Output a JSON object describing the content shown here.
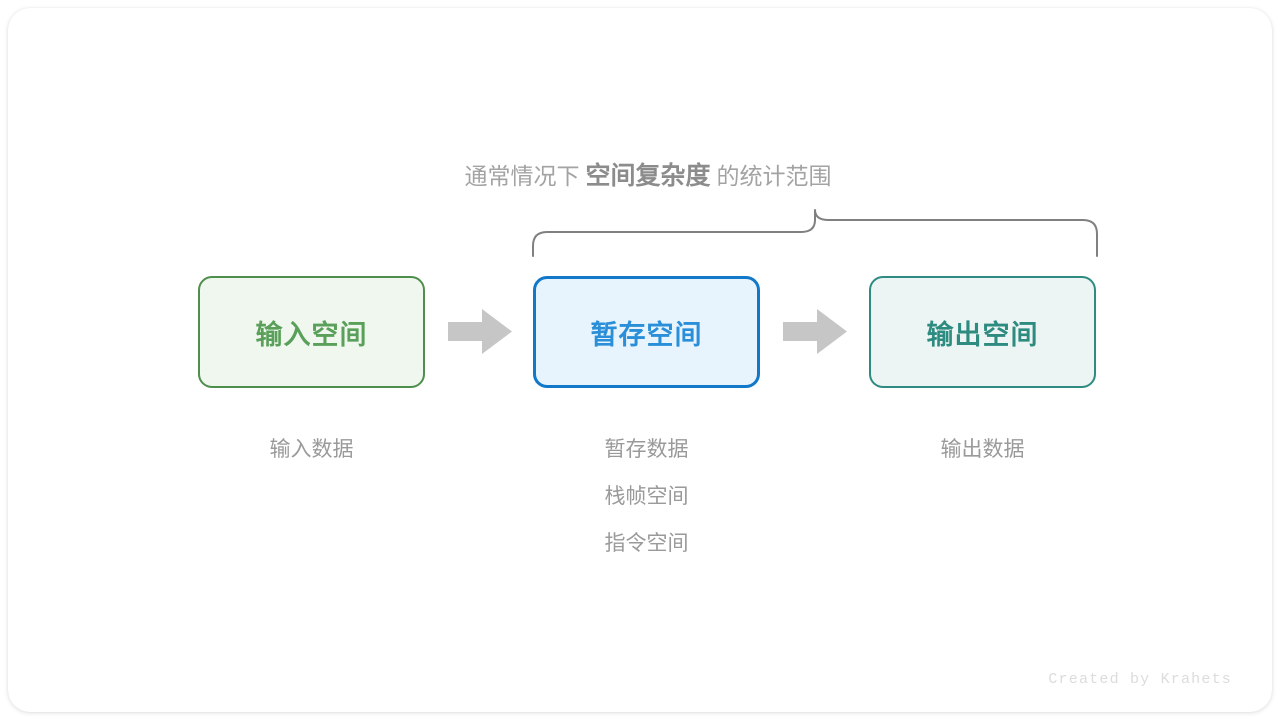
{
  "diagram": {
    "caption": {
      "prefix": "通常情况下",
      "emphasis": "空间复杂度",
      "suffix": "的统计范围"
    },
    "brace": {
      "name": "curly-brace",
      "color": "#808080",
      "spans_boxes": [
        "暂存空间",
        "输出空间"
      ]
    },
    "boxes": [
      {
        "id": "input-space",
        "label": "输入空间",
        "border_color": "#4f8f4d",
        "fill_color": "#f0f7ef",
        "text_color": "#5aa05a"
      },
      {
        "id": "temp-space",
        "label": "暂存空间",
        "border_color": "#1278c8",
        "fill_color": "#e8f4fd",
        "text_color": "#2a8fd8"
      },
      {
        "id": "output-space",
        "label": "输出空间",
        "border_color": "#2e8b80",
        "fill_color": "#edf5f4",
        "text_color": "#2e8b80"
      }
    ],
    "arrows": [
      {
        "id": "arrow-input-to-temp",
        "color": "#c6c6c6"
      },
      {
        "id": "arrow-temp-to-output",
        "color": "#c6c6c6"
      }
    ],
    "columns": [
      {
        "id": "input-details",
        "lines": [
          "输入数据"
        ]
      },
      {
        "id": "temp-details",
        "lines": [
          "暂存数据",
          "栈帧空间",
          "指令空间"
        ]
      },
      {
        "id": "output-details",
        "lines": [
          "输出数据"
        ]
      }
    ],
    "watermark": "Created by Krahets"
  }
}
